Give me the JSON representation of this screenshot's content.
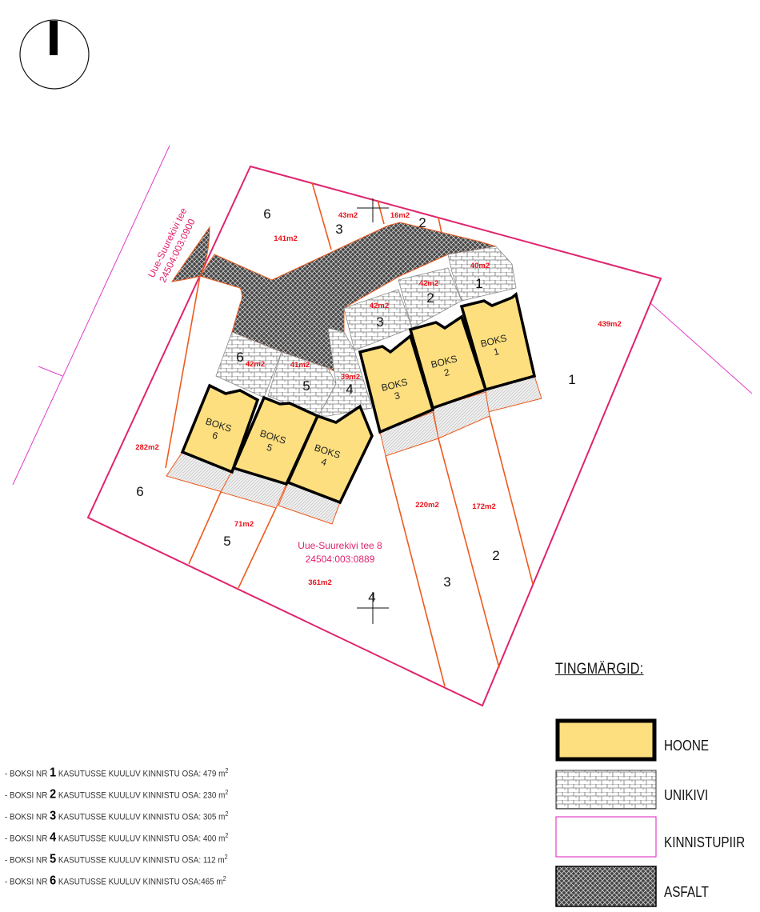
{
  "plan": {
    "road_name": "Uue-Suurekivi tee",
    "road_id": "24504:003:0900",
    "property_name": "Uue-Suurekivi tee 8",
    "property_id": "24504:003:0889",
    "boxes": [
      {
        "label": "BOKS",
        "nr": "1"
      },
      {
        "label": "BOKS",
        "nr": "2"
      },
      {
        "label": "BOKS",
        "nr": "3"
      },
      {
        "label": "BOKS",
        "nr": "4"
      },
      {
        "label": "BOKS",
        "nr": "5"
      },
      {
        "label": "BOKS",
        "nr": "6"
      }
    ],
    "areas": {
      "top6": "141m2",
      "top3": "43m2",
      "top2": "16m2",
      "pav1": "40m2",
      "pav2": "42m2",
      "pav3": "42m2",
      "pav6": "42m2",
      "pav5": "41m2",
      "pav4": "39m2",
      "plot1": "439m2",
      "plot6": "282m2",
      "plot3": "220m2",
      "plot2": "172m2",
      "plot5": "71m2",
      "plot4": "361m2"
    },
    "plot_numbers": {
      "top6": "6",
      "top3": "3",
      "top2": "2",
      "pav1": "1",
      "pav2": "2",
      "pav3": "3",
      "pav6": "6",
      "pav5": "5",
      "pav4": "4",
      "plot1": "1",
      "plot6": "6",
      "plot5": "5",
      "plot4": "4",
      "plot3": "3",
      "plot2": "2"
    }
  },
  "legend": {
    "title": "TINGMÄRGID:",
    "items": [
      "HOONE",
      "UNIKIVI",
      "KINNISTUPIIR",
      "ASFALT"
    ]
  },
  "notes": [
    {
      "prefix": "- BOKSI NR",
      "nr": "1",
      "text": "KASUTUSSE KUULUV KINNISTU OSA: 479 m",
      "sup": "2"
    },
    {
      "prefix": "- BOKSI NR",
      "nr": "2",
      "text": "KASUTUSSE KUULUV KINNISTU OSA: 230 m",
      "sup": "2"
    },
    {
      "prefix": "- BOKSI NR",
      "nr": "3",
      "text": "KASUTUSSE KUULUV KINNISTU OSA: 305 m",
      "sup": "2"
    },
    {
      "prefix": "- BOKSI NR",
      "nr": "4",
      "text": "KASUTUSSE KUULUV KINNISTU OSA: 400 m",
      "sup": "2"
    },
    {
      "prefix": "- BOKSI NR",
      "nr": "5",
      "text": "KASUTUSSE KUULUV KINNISTU OSA: 112 m",
      "sup": "2"
    },
    {
      "prefix": "- BOKSI NR",
      "nr": "6",
      "text": "KASUTUSSE KUULUV KINNISTU OSA:465 m",
      "sup": "2"
    }
  ],
  "colors": {
    "building": "#fddf7f",
    "boundary": "#e0246e",
    "subplot": "#ee5a1e",
    "area_text": "#e8141c"
  }
}
